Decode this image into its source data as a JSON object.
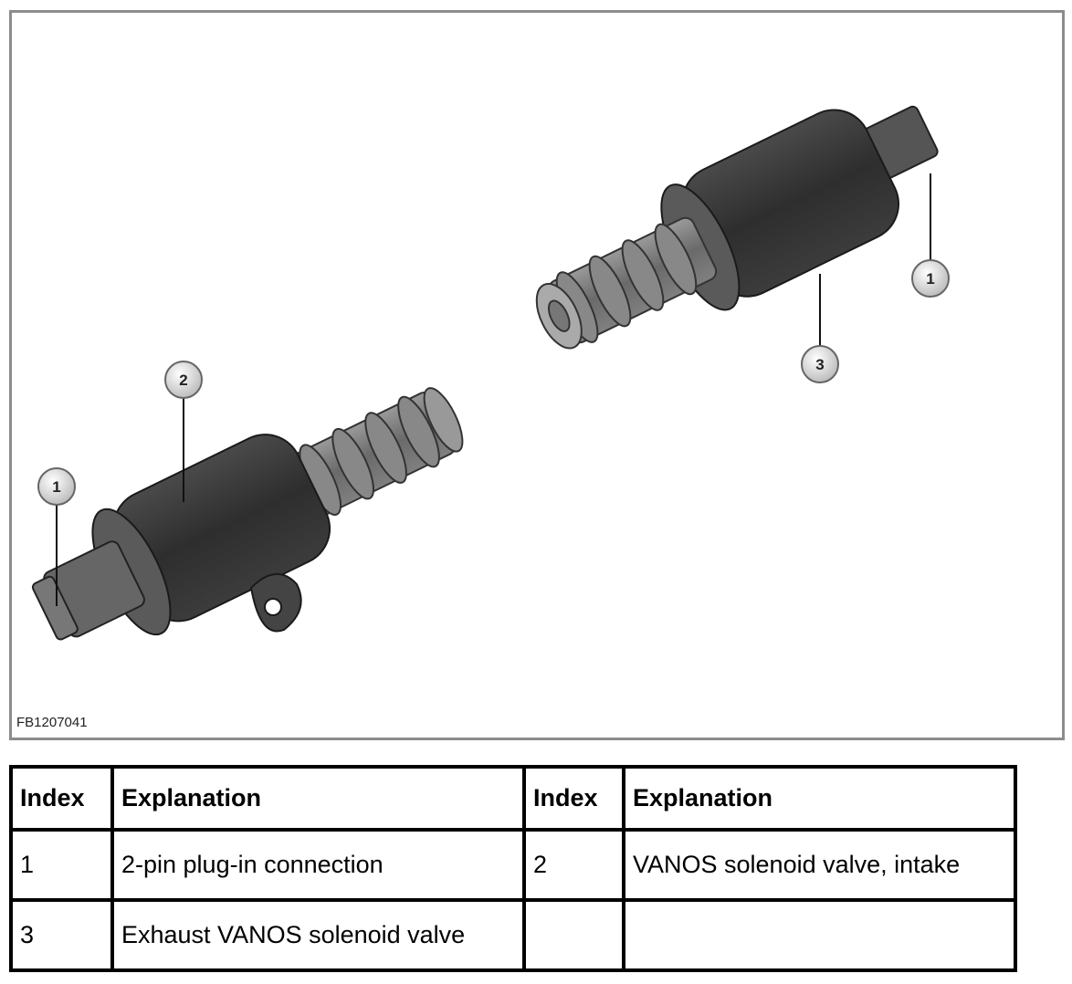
{
  "figure": {
    "id": "FB1207041",
    "callouts": {
      "a": "1",
      "b": "3",
      "c": "2",
      "d": "1"
    }
  },
  "legend": {
    "headers": [
      "Index",
      "Explanation",
      "Index",
      "Explanation"
    ],
    "rows": [
      [
        "1",
        "2-pin plug-in connection",
        "2",
        "VANOS solenoid valve, intake"
      ],
      [
        "3",
        "Exhaust VANOS solenoid valve",
        "",
        ""
      ]
    ]
  },
  "colors": {
    "frame": "#8c8c8c",
    "body_dark": "#3a3a3a",
    "body_mid": "#555555",
    "spool": "#7a7a7a",
    "callout_fill": "#d8d8d8"
  }
}
